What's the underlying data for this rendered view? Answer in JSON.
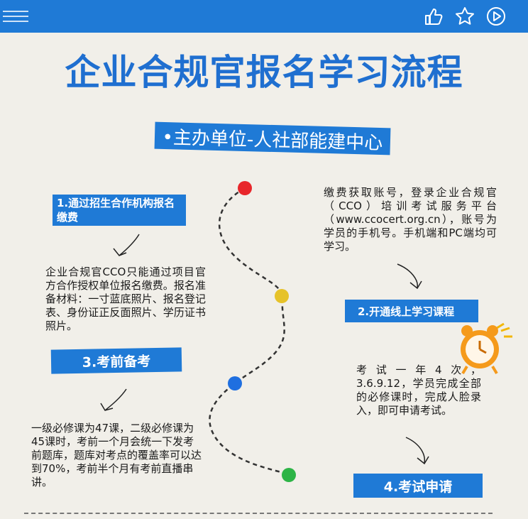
{
  "title": "企业合规官报名学习流程",
  "banner": "•主办单位-人社部能建中心",
  "steps": {
    "step1": "1.通过招生合作机构报名缴费",
    "step2": "2.开通线上学习课程",
    "step3": "3.考前备考",
    "step4": "4.考试申请"
  },
  "paragraphs": {
    "p1": "企业合规官CCO只能通过项目官方合作授权单位报名缴费。报名准备材料：一寸蓝底照片、报名登记表、身份证正反面照片、学历证书照片。",
    "p2": "缴费获取账号，登录企业合规官（CCO）培训考试服务平台（www.ccocert.org.cn），账号为学员的手机号。手机端和PC端均可学习。",
    "p3": "一级必修课为47课，二级必修课为45课时，考前一个月会统一下发考前题库，题库对考点的覆盖率可以达到70%，考前半个月有考前直播串讲。",
    "p4": "考试一年4次，3.6.9.12，学员完成全部的必修课时，完成人脸录入，即可申请考试。"
  },
  "colors": {
    "brand": "#1f7ad6",
    "dot1": "#e8262b",
    "dot2": "#e6c229",
    "dot3": "#1f6fe0",
    "dot4": "#2db446"
  },
  "icons": [
    "menu-icon",
    "like-icon",
    "star-icon",
    "play-icon",
    "alarm-clock-icon"
  ]
}
